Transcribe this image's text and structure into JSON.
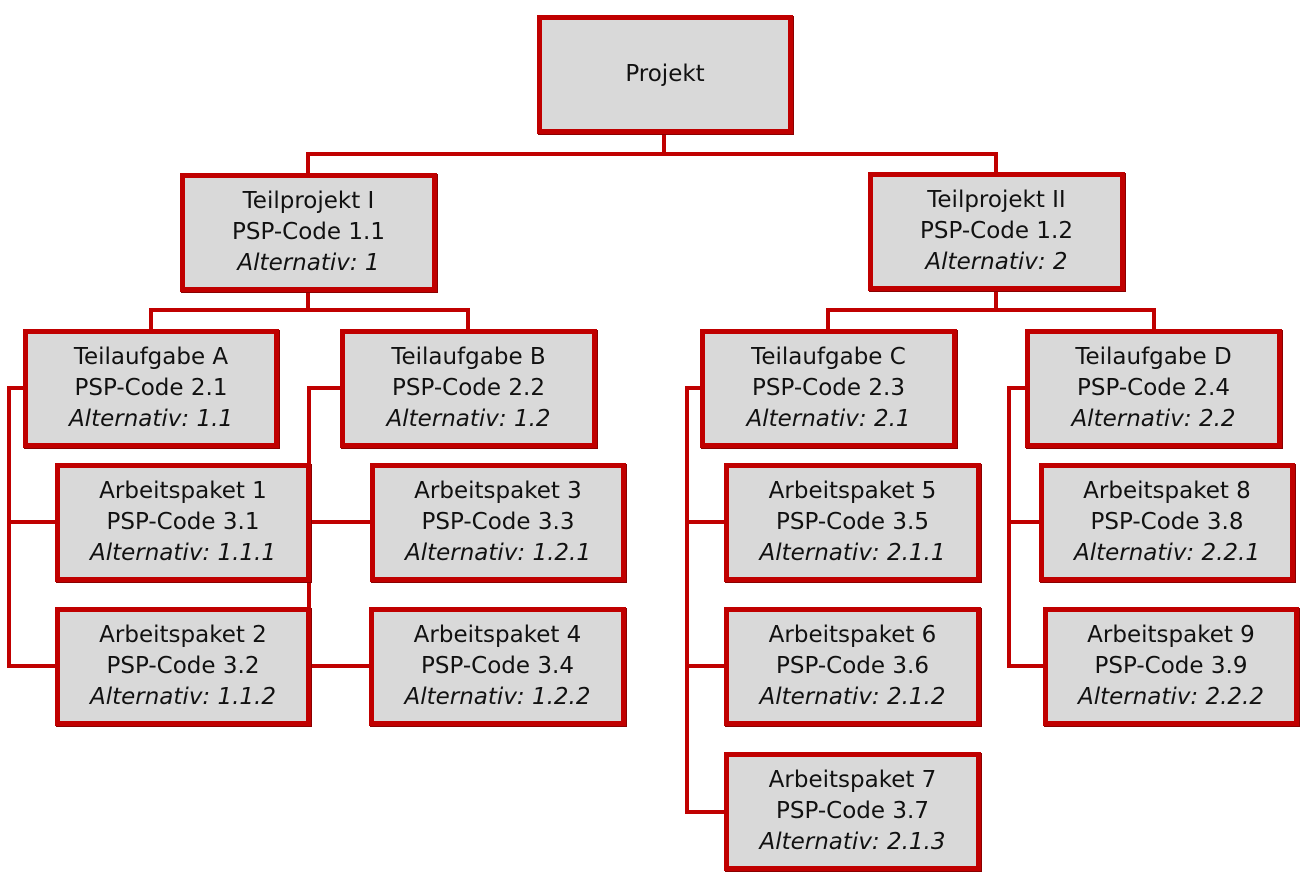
{
  "colors": {
    "border": "#c00000",
    "fill": "#d9d9d9",
    "connector": "#c00000"
  },
  "root": {
    "label": "Projekt"
  },
  "subprojects": [
    {
      "title": "Teilprojekt I",
      "code": "PSP-Code 1.1",
      "alt": "Alternativ: 1"
    },
    {
      "title": "Teilprojekt II",
      "code": "PSP-Code 1.2",
      "alt": "Alternativ: 2"
    }
  ],
  "tasks": [
    {
      "title": "Teilaufgabe A",
      "code": "PSP-Code 2.1",
      "alt": "Alternativ: 1.1"
    },
    {
      "title": "Teilaufgabe B",
      "code": "PSP-Code 2.2",
      "alt": "Alternativ: 1.2"
    },
    {
      "title": "Teilaufgabe C",
      "code": "PSP-Code 2.3",
      "alt": "Alternativ: 2.1"
    },
    {
      "title": "Teilaufgabe D",
      "code": "PSP-Code 2.4",
      "alt": "Alternativ: 2.2"
    }
  ],
  "packages": [
    {
      "title": "Arbeitspaket 1",
      "code": "PSP-Code 3.1",
      "alt": "Alternativ: 1.1.1"
    },
    {
      "title": "Arbeitspaket 2",
      "code": "PSP-Code 3.2",
      "alt": "Alternativ: 1.1.2"
    },
    {
      "title": "Arbeitspaket 3",
      "code": "PSP-Code 3.3",
      "alt": "Alternativ: 1.2.1"
    },
    {
      "title": "Arbeitspaket 4",
      "code": "PSP-Code 3.4",
      "alt": "Alternativ: 1.2.2"
    },
    {
      "title": "Arbeitspaket 5",
      "code": "PSP-Code 3.5",
      "alt": "Alternativ: 2.1.1"
    },
    {
      "title": "Arbeitspaket 6",
      "code": "PSP-Code 3.6",
      "alt": "Alternativ: 2.1.2"
    },
    {
      "title": "Arbeitspaket 7",
      "code": "PSP-Code 3.7",
      "alt": "Alternativ: 2.1.3"
    },
    {
      "title": "Arbeitspaket 8",
      "code": "PSP-Code 3.8",
      "alt": "Alternativ: 2.2.1"
    },
    {
      "title": "Arbeitspaket 9",
      "code": "PSP-Code 3.9",
      "alt": "Alternativ: 2.2.2"
    }
  ]
}
